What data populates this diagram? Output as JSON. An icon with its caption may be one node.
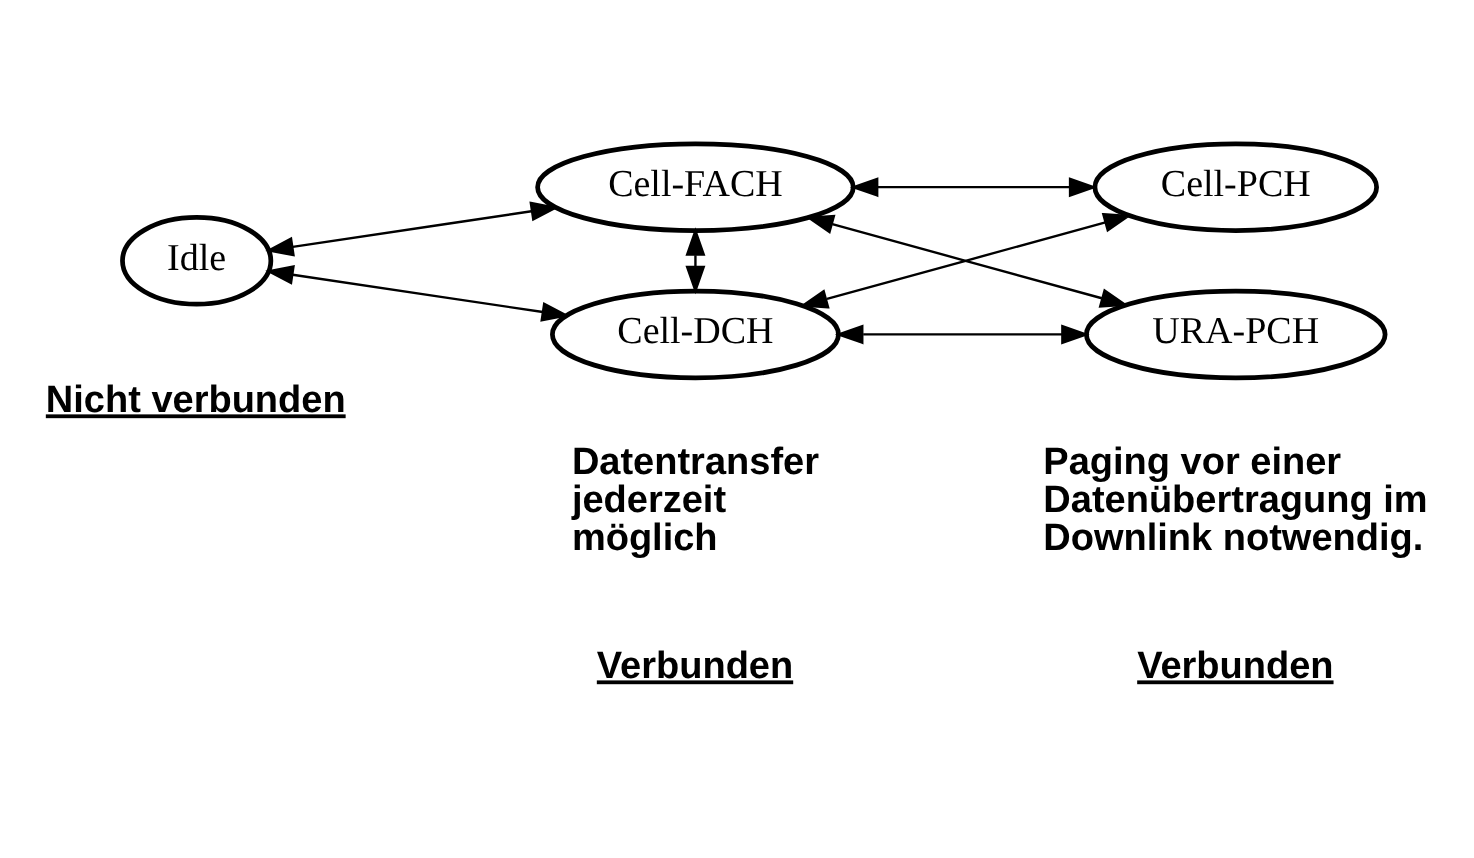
{
  "diagram": {
    "nodes": [
      {
        "text": [
          "Idle"
        ]
      },
      {
        "text": [
          "Cell-FACH"
        ]
      },
      {
        "text": [
          "Cell-DCH"
        ]
      },
      {
        "text": [
          "Cell-PCH"
        ]
      },
      {
        "text": [
          "URA-PCH"
        ]
      }
    ],
    "edges": [
      {
        "from": 0,
        "to": 1,
        "arrow": "both"
      },
      {
        "from": 0,
        "to": 2,
        "arrow": "both"
      },
      {
        "from": 1,
        "to": 2,
        "arrow": "both"
      },
      {
        "from": 1,
        "to": 3,
        "arrow": "both"
      },
      {
        "from": 1,
        "to": 4,
        "arrow": "both"
      },
      {
        "from": 2,
        "to": 3,
        "arrow": "both"
      },
      {
        "from": 2,
        "to": 4,
        "arrow": "both"
      }
    ],
    "labels": [
      "Nicht verbunden",
      "Verbunden",
      "Datentransfer jederzeit möglich",
      "Verbunden",
      "Paging vor einer Datenübertragung im Downlink notwendig."
    ]
  }
}
